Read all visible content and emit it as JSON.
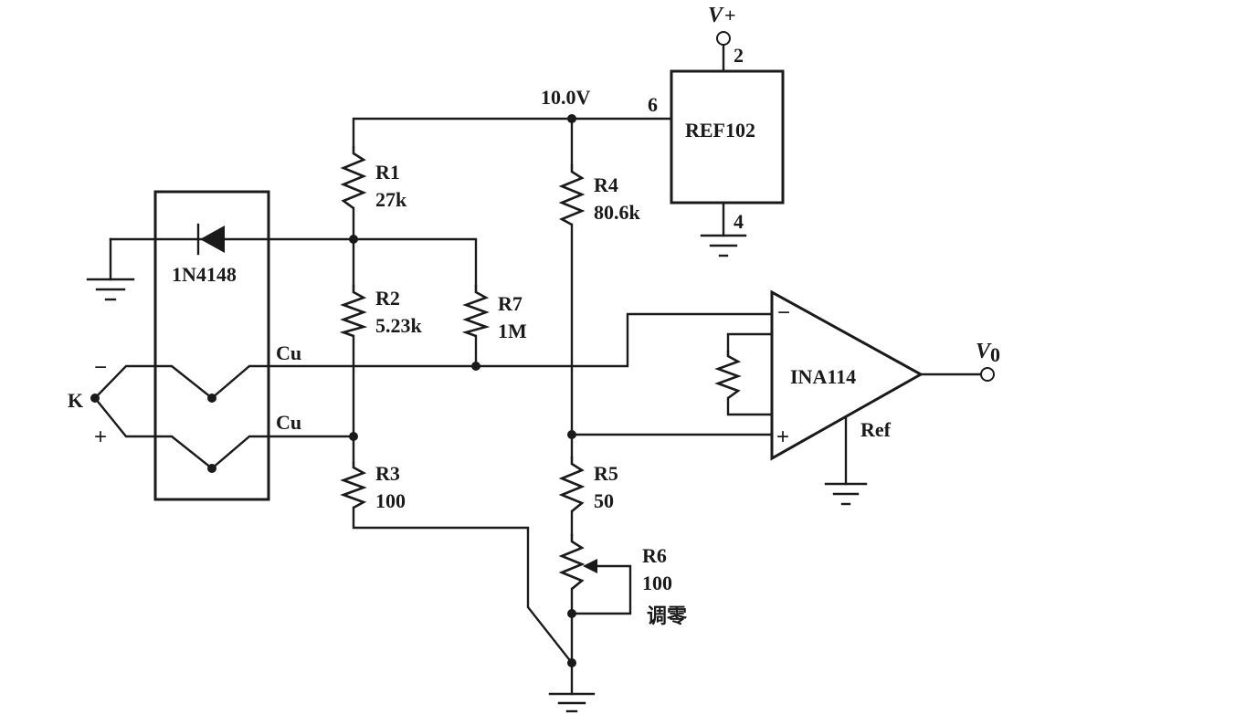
{
  "components": {
    "ref102": {
      "name": "REF102",
      "pin_vplus": "2",
      "pin_out": "6",
      "pin_gnd": "4"
    },
    "ina114": {
      "name": "INA114",
      "minus": "−",
      "plus": "+",
      "ref": "Ref"
    },
    "diode": {
      "name": "1N4148"
    },
    "r1": {
      "name": "R1",
      "value": "27k"
    },
    "r2": {
      "name": "R2",
      "value": "5.23k"
    },
    "r3": {
      "name": "R3",
      "value": "100"
    },
    "r4": {
      "name": "R4",
      "value": "80.6k"
    },
    "r5": {
      "name": "R5",
      "value": "50"
    },
    "r6": {
      "name": "R6",
      "value": "100",
      "note": "调零"
    },
    "r7": {
      "name": "R7",
      "value": "1M"
    }
  },
  "labels": {
    "vplus_base": "V",
    "vplus_sign": "+",
    "vout_base": "V",
    "vout_sub": "0",
    "ref_voltage": "10.0V",
    "cu_top": "Cu",
    "cu_bottom": "Cu",
    "thermocouple": "K",
    "tc_minus": "−",
    "tc_plus": "+"
  }
}
